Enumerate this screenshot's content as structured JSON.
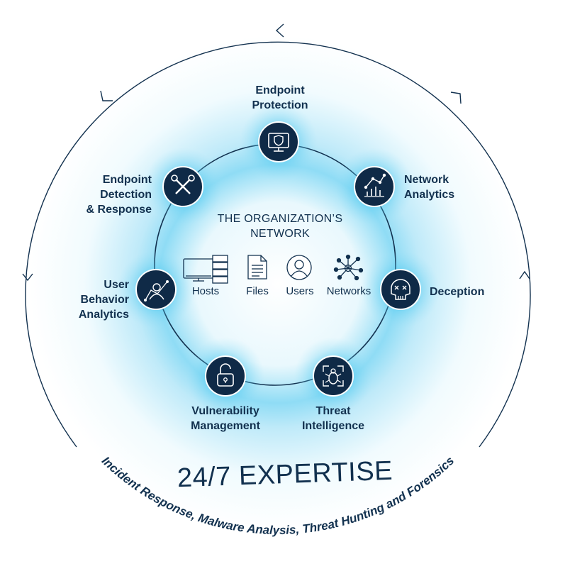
{
  "core": {
    "title_line1": "THE ORGANIZATION’S",
    "title_line2": "NETWORK",
    "assets": [
      {
        "label": "Hosts",
        "icon": "hosts-icon"
      },
      {
        "label": "Files",
        "icon": "file-icon"
      },
      {
        "label": "Users",
        "icon": "user-icon"
      },
      {
        "label": "Networks",
        "icon": "network-icon"
      }
    ]
  },
  "nodes": [
    {
      "line1": "Endpoint",
      "line2": "Protection",
      "icon": "monitor-shield-icon"
    },
    {
      "line1": "Network",
      "line2": "Analytics",
      "icon": "analytics-chart-icon"
    },
    {
      "line1": "Deception",
      "icon": "skull-icon"
    },
    {
      "line1": "Threat",
      "line2": "Intelligence",
      "icon": "bug-scan-icon"
    },
    {
      "line1": "Vulnerability",
      "line2": "Management",
      "icon": "padlock-icon"
    },
    {
      "line1": "User",
      "line2": "Behavior",
      "line3": "Analytics",
      "icon": "user-behavior-icon"
    },
    {
      "line1": "Endpoint",
      "line2": "Detection",
      "line3": "& Response",
      "icon": "tools-icon"
    }
  ],
  "outer": {
    "heading": "24/7 EXPERTISE",
    "subheading": "Incident Response, Malware Analysis, Threat Hunting and Forensics"
  },
  "colors": {
    "navy": "#12314f",
    "node_fill": "#0f2a47",
    "glow": "#1fb8e8"
  }
}
